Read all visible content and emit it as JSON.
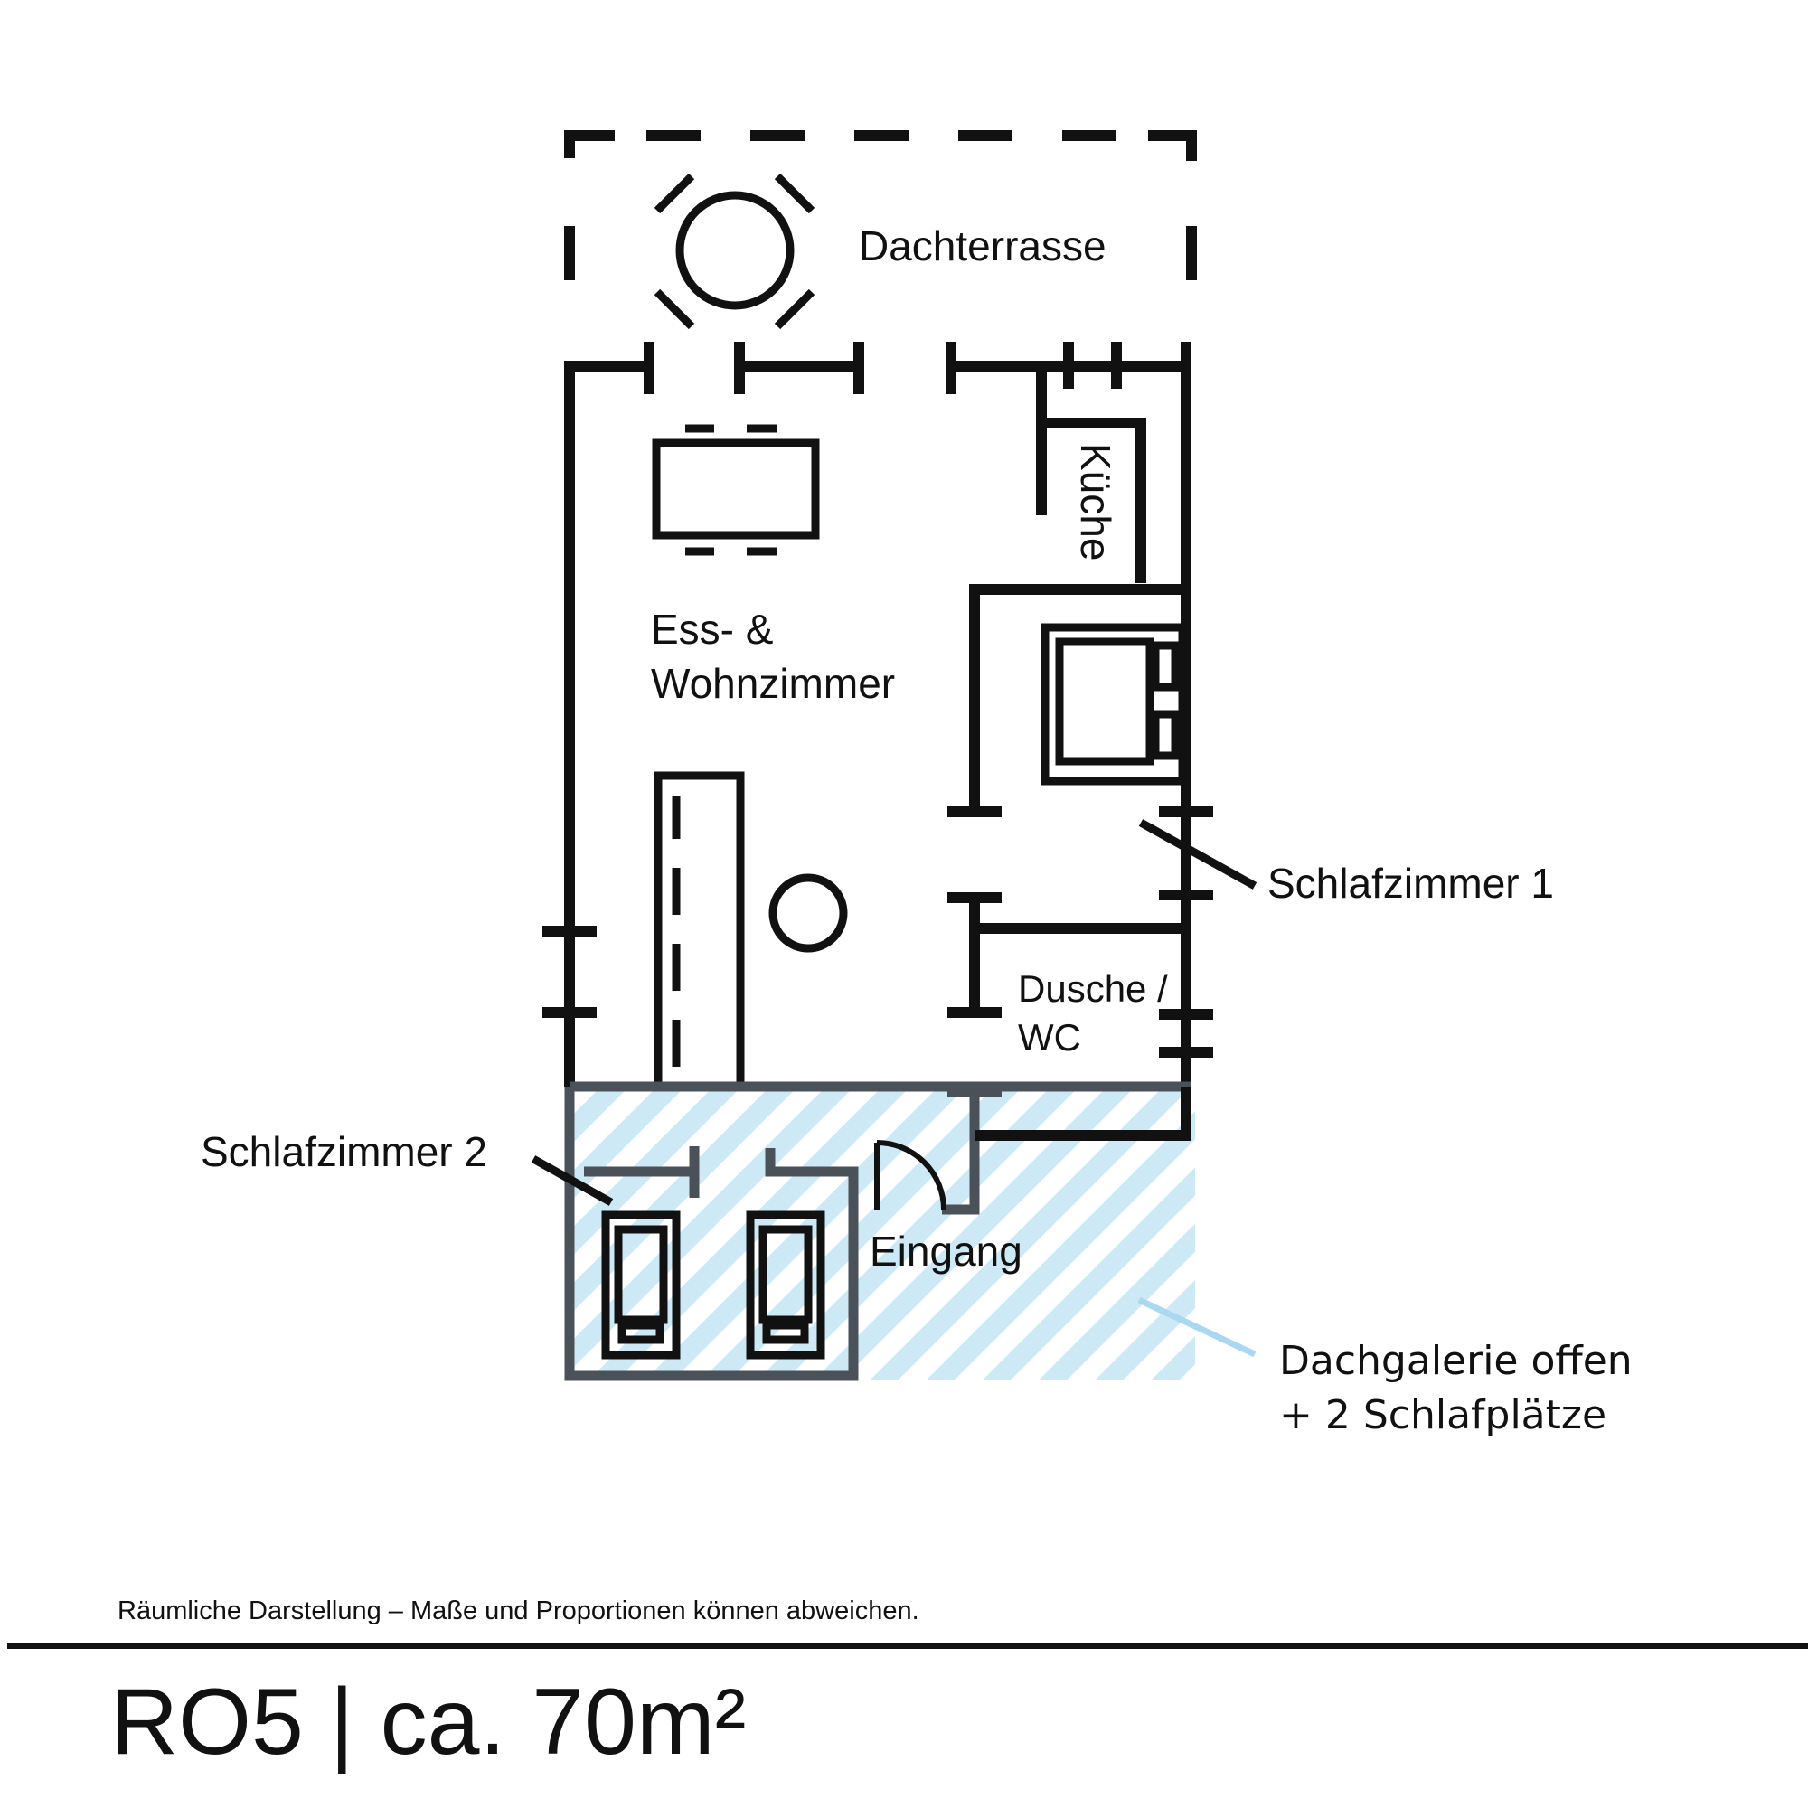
{
  "rooms": {
    "terrace": "Dachterrasse",
    "kitchen": "Küche",
    "living_line1": "Ess- &",
    "living_line2": "Wohnzimmer",
    "bedroom1": "Schlafzimmer 1",
    "shower_line1": "Dusche /",
    "shower_line2": "WC",
    "bedroom2": "Schlafzimmer 2",
    "entrance": "Eingang",
    "gallery_line1": "Dachgalerie offen",
    "gallery_line2": "+ 2 Schlafplätze"
  },
  "colors": {
    "walls": "#111111",
    "gallery_hatch": "#cde9f6",
    "gallery_leader": "#a9d8f0",
    "overlap_walls": "#4a5158"
  },
  "icons": {
    "sun": "sun-icon",
    "dining_table": "dining-table-icon",
    "sofa": "sofa-icon",
    "round_table": "round-table-icon",
    "double_bed": "double-bed-icon",
    "single_beds": "single-bed-icon",
    "door_swing": "door-swing-icon"
  },
  "footer": {
    "disclaimer": "Räumliche Darstellung – Maße und Proportionen können abweichen.",
    "title": "RO5 | ca. 70m²"
  }
}
